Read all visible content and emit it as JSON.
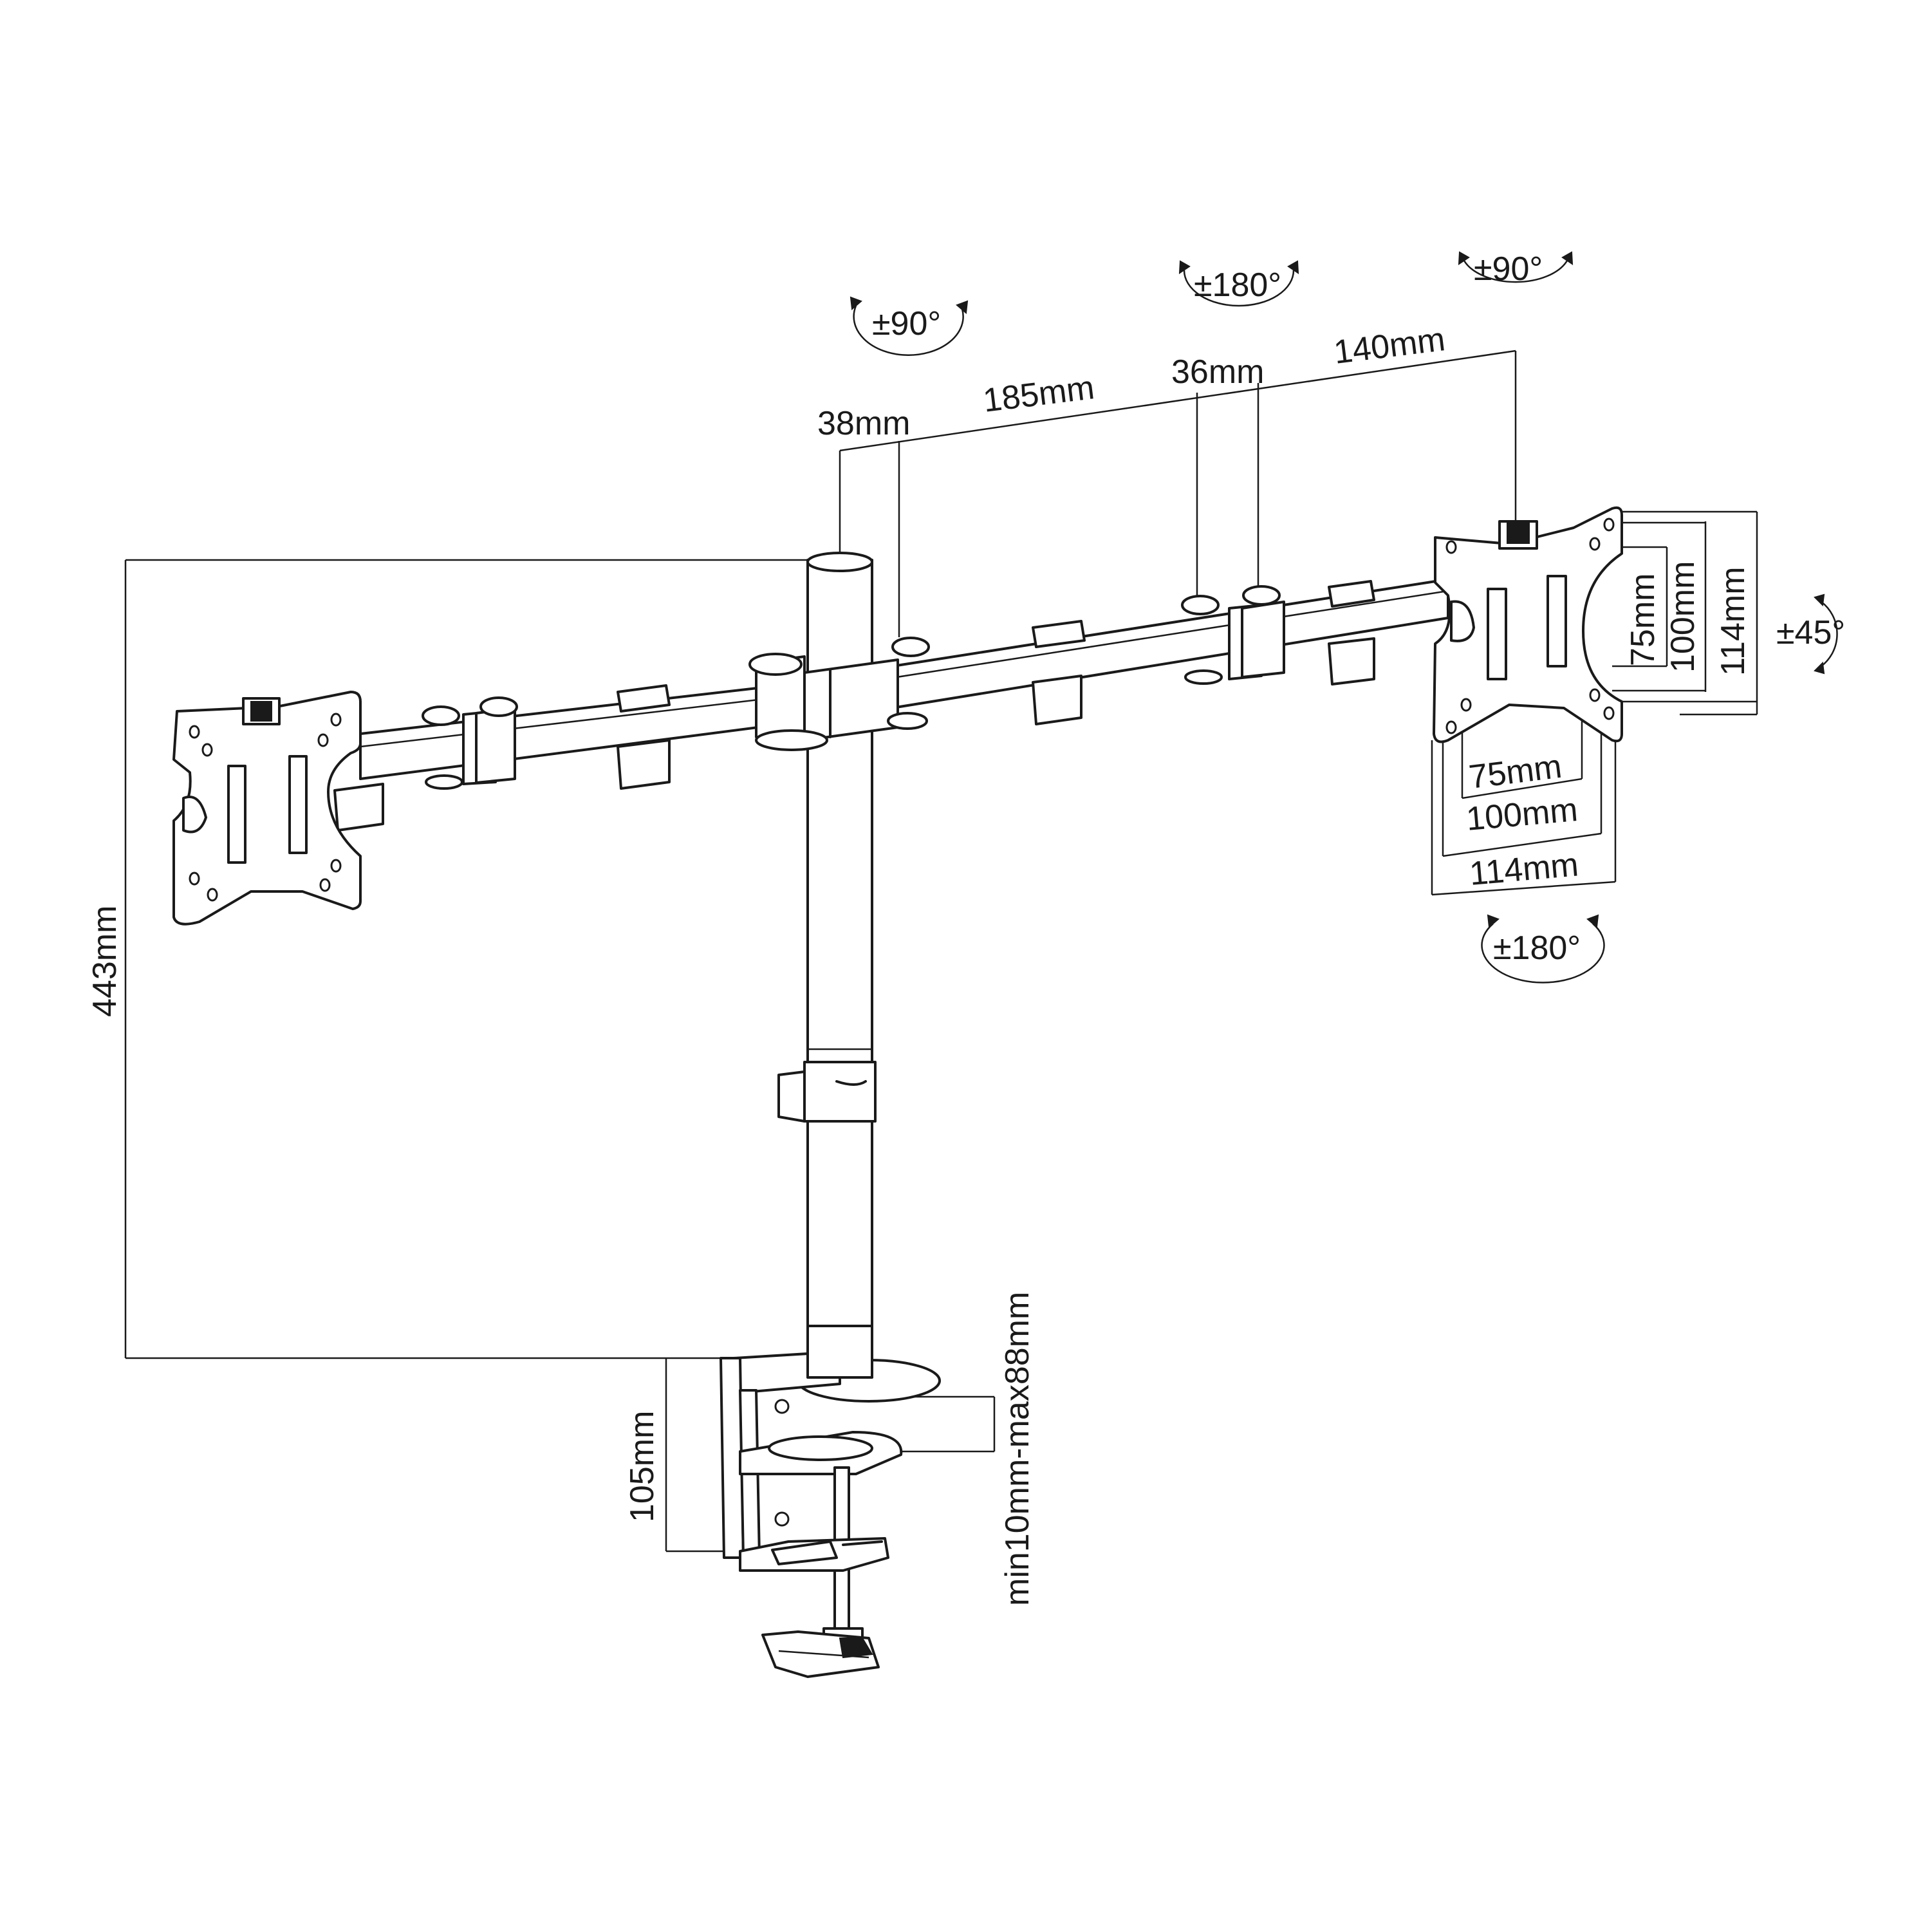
{
  "rotations": {
    "arm_left_joint": "±90°",
    "arm_mid_joint": "±180°",
    "head_tilt": "±90°",
    "head_rotation": "±180°",
    "head_swivel": "±45°"
  },
  "arm_dimensions": {
    "pole_width": "38mm",
    "segment_one": "185mm",
    "joint": "36mm",
    "segment_two": "140mm"
  },
  "vesa_vertical": {
    "small": "75mm",
    "medium": "100mm",
    "large": "114mm"
  },
  "vesa_horizontal": {
    "small": "75mm",
    "medium": "100mm",
    "large": "114mm"
  },
  "height": "443mm",
  "clamp_height": "105mm",
  "desk_thickness": "min10mm-max88mm",
  "colors": {
    "line": "#1a1a1a",
    "background": "#ffffff"
  }
}
